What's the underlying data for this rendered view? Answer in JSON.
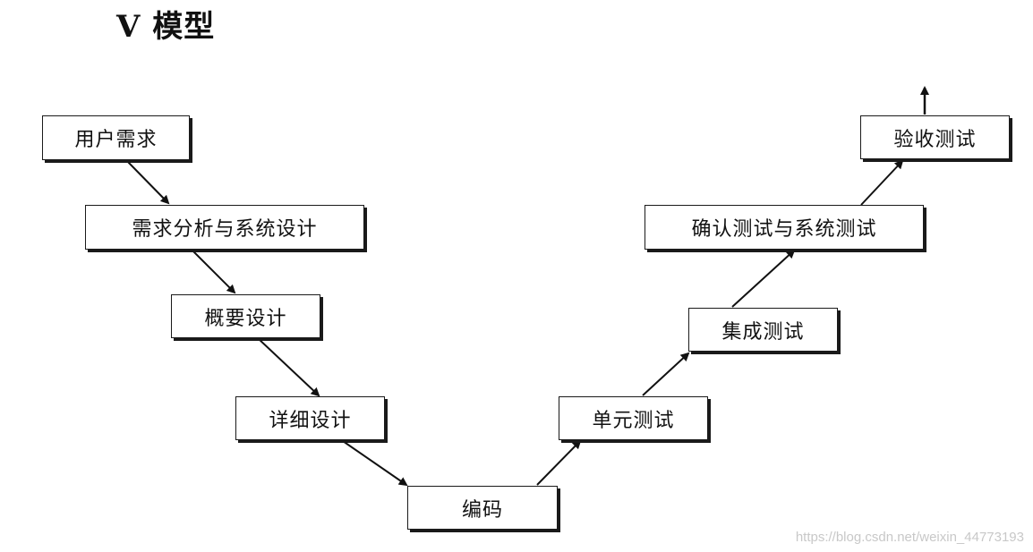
{
  "title": "V 模型",
  "nodes": [
    {
      "id": "user-requirements",
      "label": "用户需求"
    },
    {
      "id": "requirements-analysis",
      "label": "需求分析与系统设计"
    },
    {
      "id": "high-level-design",
      "label": "概要设计"
    },
    {
      "id": "detailed-design",
      "label": "详细设计"
    },
    {
      "id": "coding",
      "label": "编码"
    },
    {
      "id": "unit-test",
      "label": "单元测试"
    },
    {
      "id": "integration-test",
      "label": "集成测试"
    },
    {
      "id": "validation-system-test",
      "label": "确认测试与系统测试"
    },
    {
      "id": "acceptance-test",
      "label": "验收测试"
    }
  ],
  "edges": [
    {
      "from": "user-requirements",
      "to": "requirements-analysis"
    },
    {
      "from": "requirements-analysis",
      "to": "high-level-design"
    },
    {
      "from": "high-level-design",
      "to": "detailed-design"
    },
    {
      "from": "detailed-design",
      "to": "coding"
    },
    {
      "from": "coding",
      "to": "unit-test"
    },
    {
      "from": "unit-test",
      "to": "integration-test"
    },
    {
      "from": "integration-test",
      "to": "validation-system-test"
    },
    {
      "from": "validation-system-test",
      "to": "acceptance-test"
    },
    {
      "from": "acceptance-test",
      "to": "exit"
    }
  ],
  "watermark": "https://blog.csdn.net/weixin_44773193"
}
